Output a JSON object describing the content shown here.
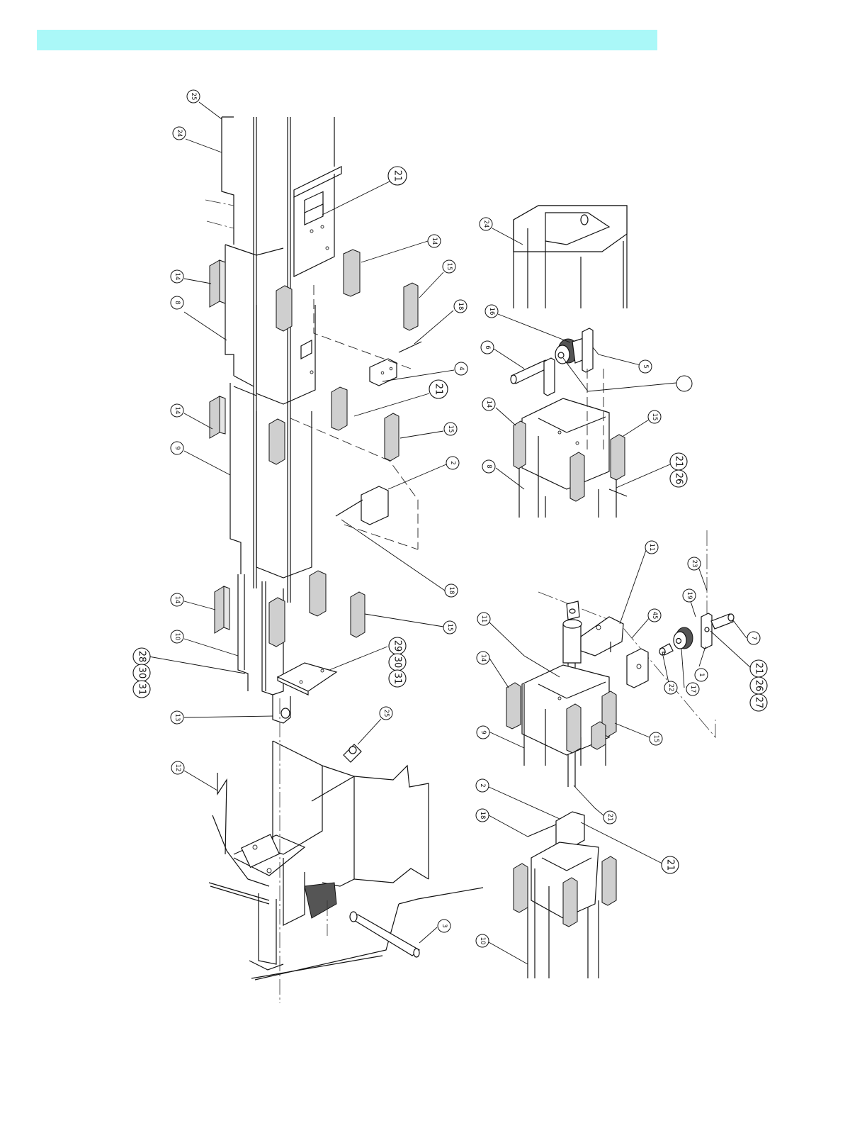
{
  "banner": {
    "color": "#aaf8f8"
  },
  "callouts": {
    "left": [
      {
        "id": "c25a",
        "label": "25"
      },
      {
        "id": "c24a",
        "label": "24"
      },
      {
        "id": "c21a",
        "label": "21"
      },
      {
        "id": "c14a",
        "label": "14"
      },
      {
        "id": "c14b",
        "label": "14"
      },
      {
        "id": "c15a",
        "label": "15"
      },
      {
        "id": "c8a",
        "label": "8"
      },
      {
        "id": "c18a",
        "label": "18"
      },
      {
        "id": "c4a",
        "label": "4"
      },
      {
        "id": "c14c",
        "label": "14"
      },
      {
        "id": "c21b",
        "label": "21"
      },
      {
        "id": "c15b",
        "label": "15"
      },
      {
        "id": "c9a",
        "label": "9"
      },
      {
        "id": "c2a",
        "label": "2"
      },
      {
        "id": "c18b",
        "label": "18"
      },
      {
        "id": "c14d",
        "label": "14"
      },
      {
        "id": "c15c",
        "label": "15"
      },
      {
        "id": "c10a",
        "label": "10"
      },
      {
        "id": "c29",
        "label": "29"
      },
      {
        "id": "c30a",
        "label": "30"
      },
      {
        "id": "c31a",
        "label": "31"
      },
      {
        "id": "c28",
        "label": "28"
      },
      {
        "id": "c30b",
        "label": "30"
      },
      {
        "id": "c31b",
        "label": "31"
      },
      {
        "id": "c13",
        "label": "13"
      },
      {
        "id": "c25b",
        "label": "25"
      },
      {
        "id": "c12",
        "label": "12"
      },
      {
        "id": "c3",
        "label": "3"
      }
    ],
    "right_top": [
      {
        "id": "c24b",
        "label": "24"
      },
      {
        "id": "c16",
        "label": "16"
      },
      {
        "id": "c6",
        "label": "6"
      },
      {
        "id": "c5",
        "label": "5"
      },
      {
        "id": "c14e",
        "label": "14"
      },
      {
        "id": "c15d",
        "label": "15"
      },
      {
        "id": "c8b",
        "label": "8"
      },
      {
        "id": "c21c",
        "label": "21"
      },
      {
        "id": "c26a",
        "label": "26"
      }
    ],
    "right_bottom": [
      {
        "id": "c11a",
        "label": "11"
      },
      {
        "id": "c23",
        "label": "23"
      },
      {
        "id": "c11b",
        "label": "11"
      },
      {
        "id": "c19",
        "label": "19"
      },
      {
        "id": "c45",
        "label": "45"
      },
      {
        "id": "c7",
        "label": "7"
      },
      {
        "id": "c14f",
        "label": "14"
      },
      {
        "id": "c1",
        "label": "1"
      },
      {
        "id": "c21d",
        "label": "21"
      },
      {
        "id": "c26b",
        "label": "26"
      },
      {
        "id": "c27",
        "label": "27"
      },
      {
        "id": "c22",
        "label": "22"
      },
      {
        "id": "c17",
        "label": "17"
      },
      {
        "id": "c9b",
        "label": "9"
      },
      {
        "id": "c15e",
        "label": "15"
      },
      {
        "id": "c21e",
        "label": "21"
      },
      {
        "id": "c2b",
        "label": "2"
      },
      {
        "id": "c18c",
        "label": "18"
      },
      {
        "id": "c21f",
        "label": "21"
      },
      {
        "id": "c10b",
        "label": "10"
      }
    ]
  }
}
